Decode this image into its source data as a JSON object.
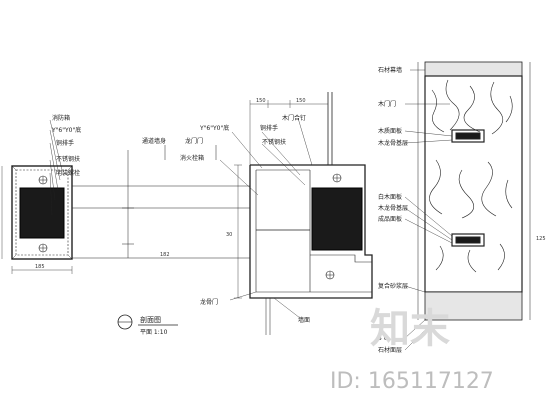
{
  "drawing": {
    "title": "剖面图",
    "scale_label": "平面 1:10",
    "left_labels": [
      "消防箱",
      "Y\"6\"Y0\"底",
      "铜排手",
      "不锈钢扶",
      "明装螺栓"
    ],
    "left_small_labels": [
      "通道墙身",
      "龙门门"
    ],
    "middle_labels": [
      "Y\"6\"Y0\"底",
      "铜排手",
      "不锈钢扶",
      "消火栓箱",
      "木门合钉"
    ],
    "middle_bottom_labels": [
      "龙骨门",
      "墙面"
    ],
    "right_labels": [
      "石材幕墙",
      "木门门",
      "木质面板",
      "木龙骨基层",
      "白木面板",
      "木龙骨基层",
      "成品面板",
      "复合砂浆层",
      "5 0",
      "石材面层"
    ],
    "dimension_labels": [
      "185",
      "150",
      "150",
      "30",
      "125",
      "182"
    ]
  },
  "watermark": {
    "brand": "知末",
    "id_text": "ID: 165117127"
  }
}
